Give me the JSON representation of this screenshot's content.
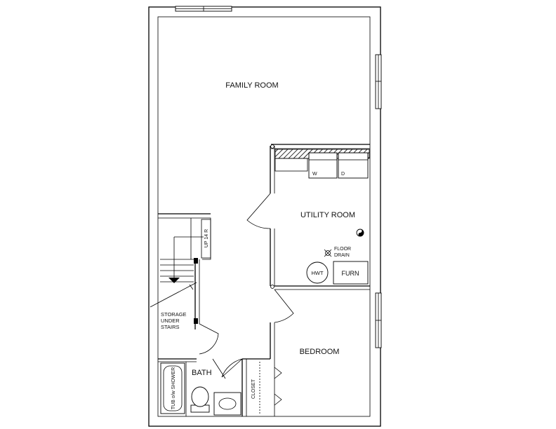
{
  "rooms": {
    "family_room": "FAMILY ROOM",
    "utility_room": "UTILITY ROOM",
    "bedroom": "BEDROOM",
    "bath": "BATH",
    "closet": "CLOSET",
    "storage": [
      "STORAGE",
      "UNDER",
      "STAIRS"
    ]
  },
  "fixtures": {
    "washer": "W",
    "dryer": "D",
    "hot_water_tank": "HWT",
    "furnace": "FURN",
    "floor_drain": [
      "FLOOR",
      "DRAIN"
    ],
    "tub_shower": "TUB o/w SHOWER"
  },
  "stairs": {
    "label": "UP 14 R"
  }
}
